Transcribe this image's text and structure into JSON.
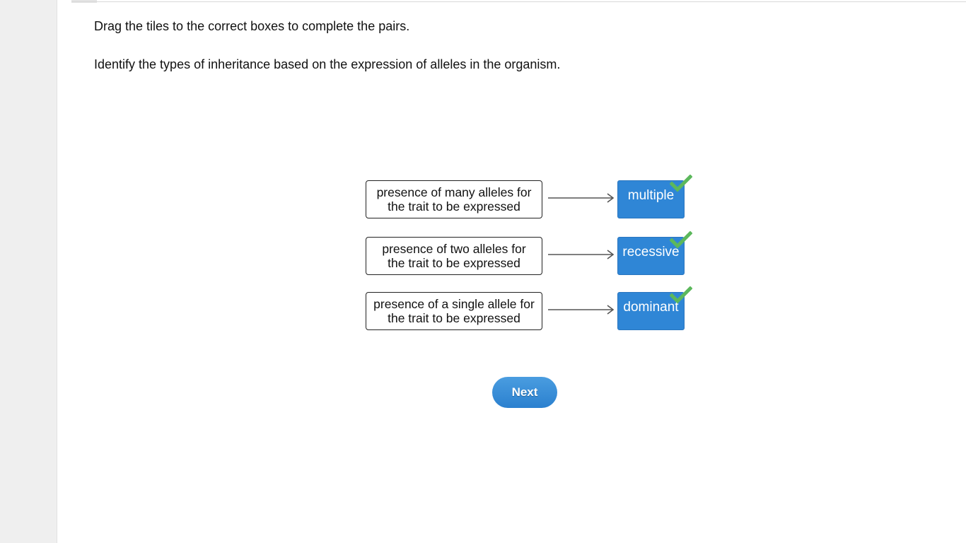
{
  "instructions": {
    "line1": "Drag the tiles to the correct boxes to complete the pairs.",
    "line2": "Identify the types of inheritance based on the expression of alleles in the organism."
  },
  "pairs": [
    {
      "description_lines": [
        "presence of many alleles for",
        "the trait to be expressed"
      ],
      "answer": "multiple",
      "correct": true
    },
    {
      "description_lines": [
        "presence of two alleles for",
        "the trait to be expressed"
      ],
      "answer": "recessive",
      "correct": true
    },
    {
      "description_lines": [
        "presence of a single allele for",
        "the trait to be expressed"
      ],
      "answer": "dominant",
      "correct": true
    }
  ],
  "next_button": {
    "label": "Next"
  },
  "colors": {
    "tile": "#2f86d6",
    "check": "#5cb85c",
    "arrow": "#555555",
    "button": "#2b80cf"
  },
  "icons": {
    "arrow": "right-arrow-icon",
    "status": "checkmark-icon"
  }
}
